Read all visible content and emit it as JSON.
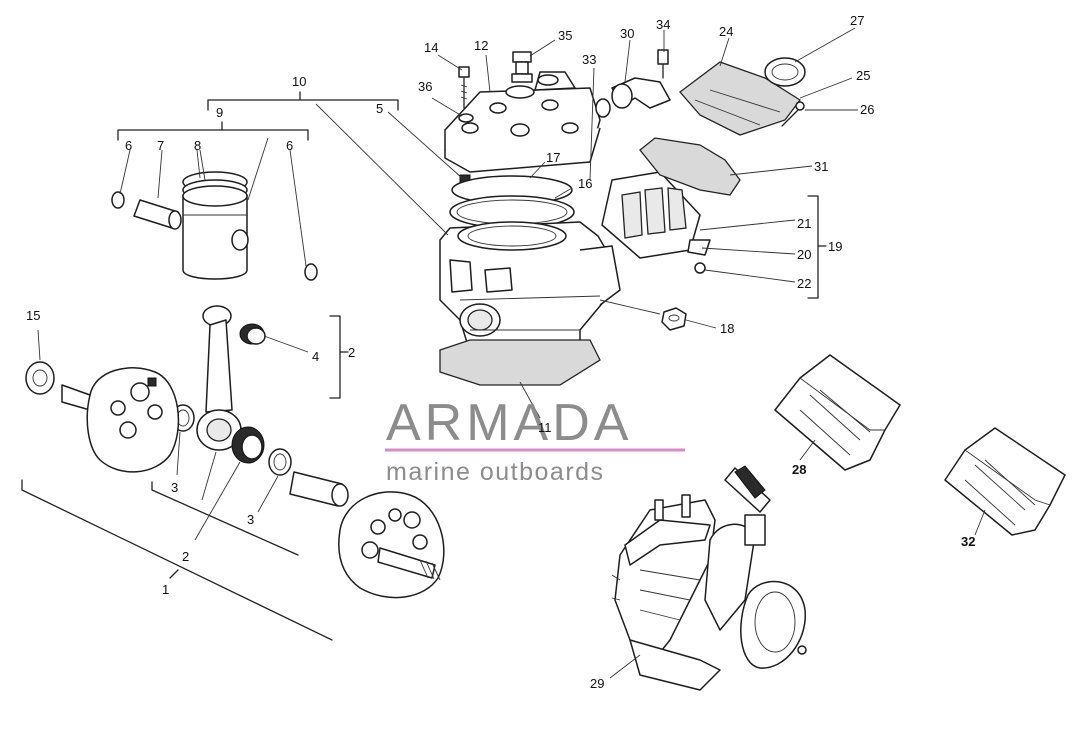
{
  "brand": {
    "name": "ARMADA",
    "tagline": "marine outboards",
    "accent_color": "#d98bc9",
    "text_color": "#8c8c8c"
  },
  "callouts": {
    "c1": "1",
    "c2a": "2",
    "c2b": "2",
    "c3a": "3",
    "c3b": "3",
    "c4": "4",
    "c5": "5",
    "c6a": "6",
    "c6b": "6",
    "c7": "7",
    "c8": "8",
    "c9": "9",
    "c10": "10",
    "c11": "11",
    "c12": "12",
    "c14": "14",
    "c15": "15",
    "c16": "16",
    "c17": "17",
    "c18": "18",
    "c19": "19",
    "c20": "20",
    "c21": "21",
    "c22": "22",
    "c24": "24",
    "c25": "25",
    "c26": "26",
    "c27": "27",
    "c28": "28",
    "c29": "29",
    "c30": "30",
    "c31": "31",
    "c32": "32",
    "c33": "33",
    "c34": "34",
    "c35": "35",
    "c36": "36"
  }
}
